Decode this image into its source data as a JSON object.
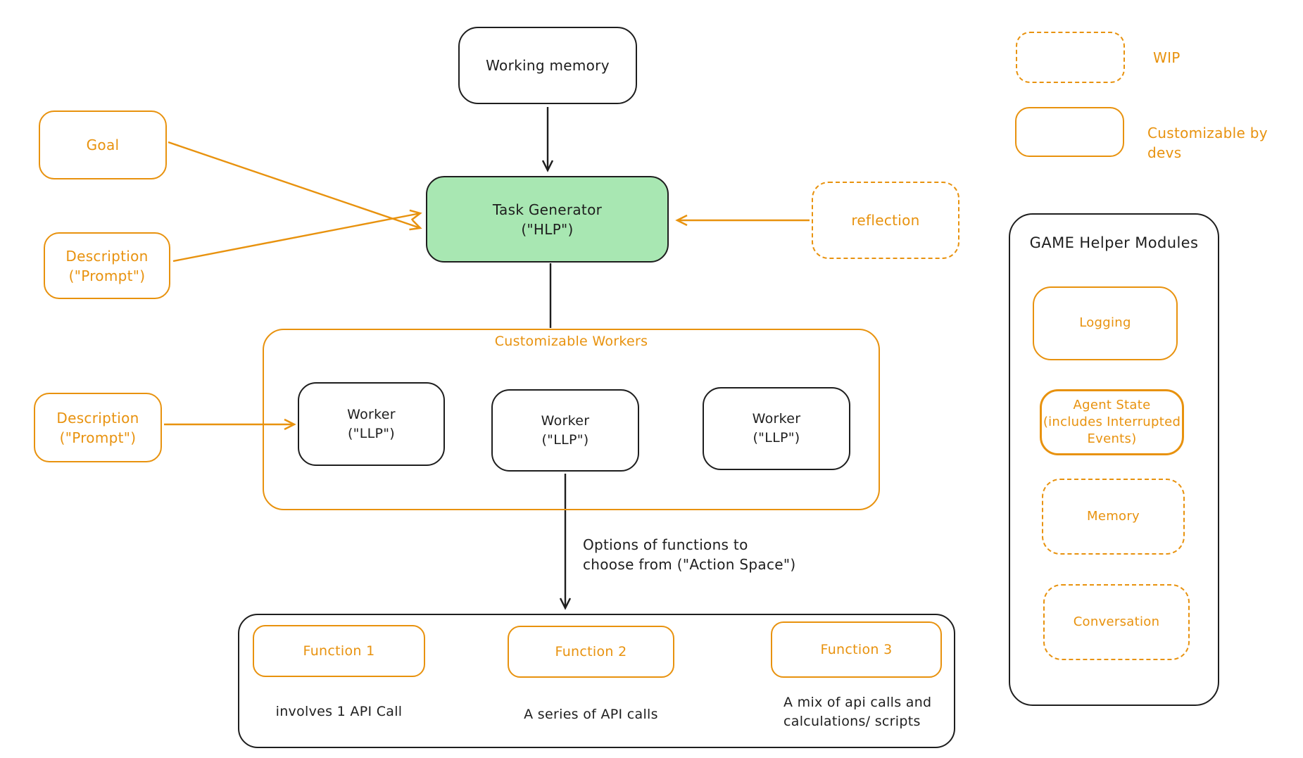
{
  "colors": {
    "orange": "#e8920e",
    "ink": "#1e1e1e",
    "green_fill": "#a8e7b2"
  },
  "nodes": {
    "working_memory": {
      "label": "Working memory"
    },
    "goal": {
      "label": "Goal"
    },
    "description_top": {
      "label": "Description\n(\"Prompt\")"
    },
    "task_generator": {
      "label": "Task Generator\n(\"HLP\")"
    },
    "reflection": {
      "label": "reflection"
    },
    "description_workers": {
      "label": "Description\n(\"Prompt\")"
    }
  },
  "workers_group": {
    "title": "Customizable Workers",
    "workers": [
      "Worker\n(\"LLP\")",
      "Worker\n(\"LLP\")",
      "Worker\n(\"LLP\")"
    ]
  },
  "action_note": {
    "label": "Options of functions to\nchoose from (\"Action Space\")"
  },
  "functions_group": {
    "functions": [
      {
        "label": "Function 1",
        "caption": "involves 1 API Call"
      },
      {
        "label": "Function 2",
        "caption": "A series of API calls"
      },
      {
        "label": "Function 3",
        "caption": "A mix of api calls and\ncalculations/ scripts"
      }
    ]
  },
  "legend": {
    "wip_label": "WIP",
    "customizable_label": "Customizable by devs"
  },
  "game_panel": {
    "title": "GAME Helper Modules",
    "modules": [
      {
        "label": "Logging",
        "style": "solid"
      },
      {
        "label": "Agent State\n(includes Interrupted\nEvents)",
        "style": "solid-thick"
      },
      {
        "label": "Memory",
        "style": "dashed"
      },
      {
        "label": "Conversation",
        "style": "dashed"
      }
    ]
  }
}
